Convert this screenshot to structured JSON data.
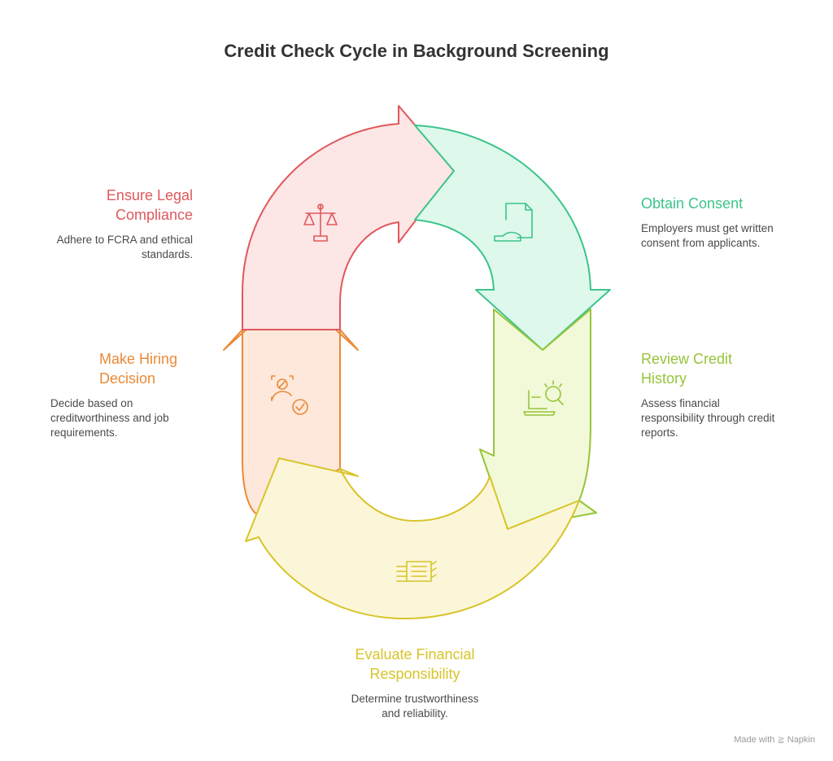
{
  "title": "Credit Check Cycle in Background Screening",
  "stages": [
    {
      "id": "legal",
      "heading_line1": "Ensure Legal",
      "heading_line2": "Compliance",
      "desc_line1": "Adhere to FCRA and ethical",
      "desc_line2": "standards.",
      "desc_line3": "",
      "color": "#e0585c",
      "icon": "scales-icon"
    },
    {
      "id": "consent",
      "heading_line1": "Obtain Consent",
      "heading_line2": "",
      "desc_line1": "Employers must get written",
      "desc_line2": "consent from applicants.",
      "desc_line3": "",
      "color": "#3cc48a",
      "icon": "signed-document-icon"
    },
    {
      "id": "review",
      "heading_line1": "Review Credit",
      "heading_line2": "History",
      "desc_line1": "Assess financial",
      "desc_line2": "responsibility through credit",
      "desc_line3": "reports.",
      "color": "#97c43a",
      "icon": "laptop-magnifier-icon"
    },
    {
      "id": "evaluate",
      "heading_line1": "Evaluate Financial",
      "heading_line2": "Responsibility",
      "desc_line1": "Determine trustworthiness",
      "desc_line2": "and reliability.",
      "desc_line3": "",
      "color": "#d8c42a",
      "icon": "money-stack-icon"
    },
    {
      "id": "hiring",
      "heading_line1": "Make Hiring",
      "heading_line2": "Decision",
      "desc_line1": "Decide based on",
      "desc_line2": "creditworthiness and job",
      "desc_line3": "requirements.",
      "color": "#e88a38",
      "icon": "person-approval-icon"
    }
  ],
  "footer": {
    "made_with": "Made with",
    "brand": "Napkin"
  }
}
